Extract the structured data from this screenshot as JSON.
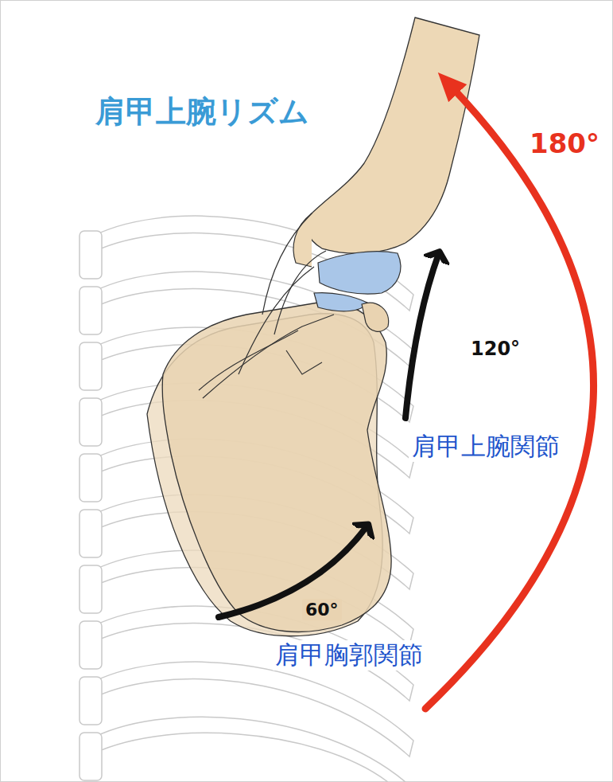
{
  "diagram": {
    "title": "肩甲上腕リズム",
    "labels": [
      "180°",
      "120°",
      "肩甲上腕関節",
      "60°",
      "肩甲胸郭関節"
    ]
  }
}
